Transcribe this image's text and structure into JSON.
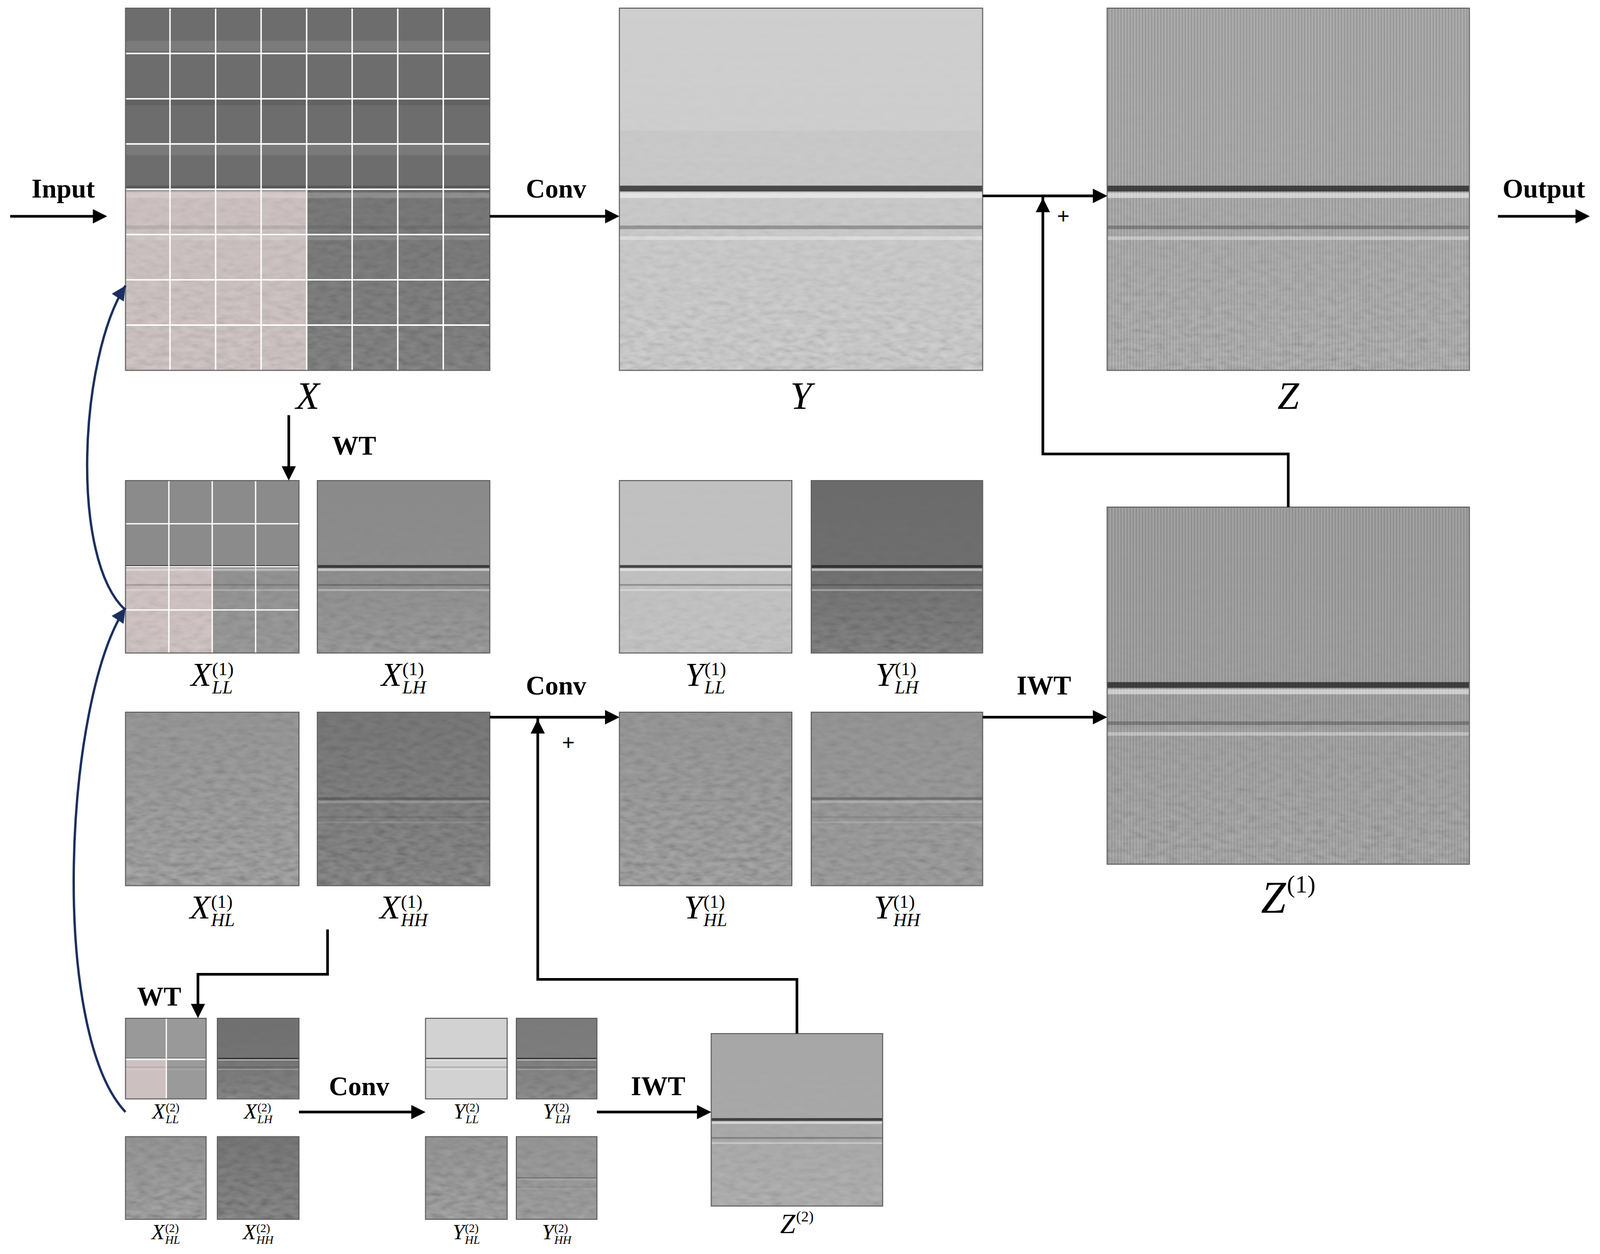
{
  "diagram": {
    "nodes": [
      {
        "text": [
          "X"
        ]
      },
      {
        "text": [
          "Y"
        ]
      },
      {
        "text": [
          "Z"
        ]
      },
      {
        "text": [
          "X",
          "(1)",
          "LL"
        ]
      },
      {
        "text": [
          "X",
          "(1)",
          "LH"
        ]
      },
      {
        "text": [
          "Y",
          "(1)",
          "LL"
        ]
      },
      {
        "text": [
          "Y",
          "(1)",
          "LH"
        ]
      },
      {
        "text": [
          "Z",
          "(1)"
        ]
      },
      {
        "text": [
          "X",
          "(1)",
          "HL"
        ]
      },
      {
        "text": [
          "X",
          "(1)",
          "HH"
        ]
      },
      {
        "text": [
          "Y",
          "(1)",
          "HL"
        ]
      },
      {
        "text": [
          "Y",
          "(1)",
          "HH"
        ]
      },
      {
        "text": [
          "X",
          "(2)",
          "LL"
        ]
      },
      {
        "text": [
          "X",
          "(2)",
          "LH"
        ]
      },
      {
        "text": [
          "Y",
          "(2)",
          "LL"
        ]
      },
      {
        "text": [
          "Y",
          "(2)",
          "LH"
        ]
      },
      {
        "text": [
          "Z",
          "(2)"
        ]
      },
      {
        "text": [
          "X",
          "(2)",
          "HL"
        ]
      },
      {
        "text": [
          "X",
          "(2)",
          "HH"
        ]
      },
      {
        "text": [
          "Y",
          "(2)",
          "HL"
        ]
      },
      {
        "text": [
          "Y",
          "(2)",
          "HH"
        ]
      }
    ],
    "edges": [
      {
        "from": 0,
        "to": 1,
        "label": "Conv",
        "arrow": "to"
      },
      {
        "from": 1,
        "to": 2,
        "arrow": "to"
      },
      {
        "from": 7,
        "to": 2,
        "arrow": "to"
      },
      {
        "from": 0,
        "to": 3,
        "label": "WT",
        "arrow": "to"
      },
      {
        "from": 9,
        "to": 10,
        "label": "Conv",
        "arrow": "to"
      },
      {
        "from": 16,
        "to": 10,
        "arrow": "to"
      },
      {
        "from": 11,
        "to": 7,
        "label": "IWT",
        "arrow": "to"
      },
      {
        "from": 9,
        "to": 12,
        "label": "WT",
        "arrow": "to"
      },
      {
        "from": 13,
        "to": 14,
        "label": "Conv",
        "arrow": "to"
      },
      {
        "from": 15,
        "to": 16,
        "label": "IWT",
        "arrow": "to"
      },
      {
        "from": 3,
        "to": 0,
        "arrow": "to"
      },
      {
        "from": 12,
        "to": 3,
        "arrow": "to"
      }
    ],
    "labels": [
      "Input",
      "Output",
      "+",
      "+"
    ]
  }
}
